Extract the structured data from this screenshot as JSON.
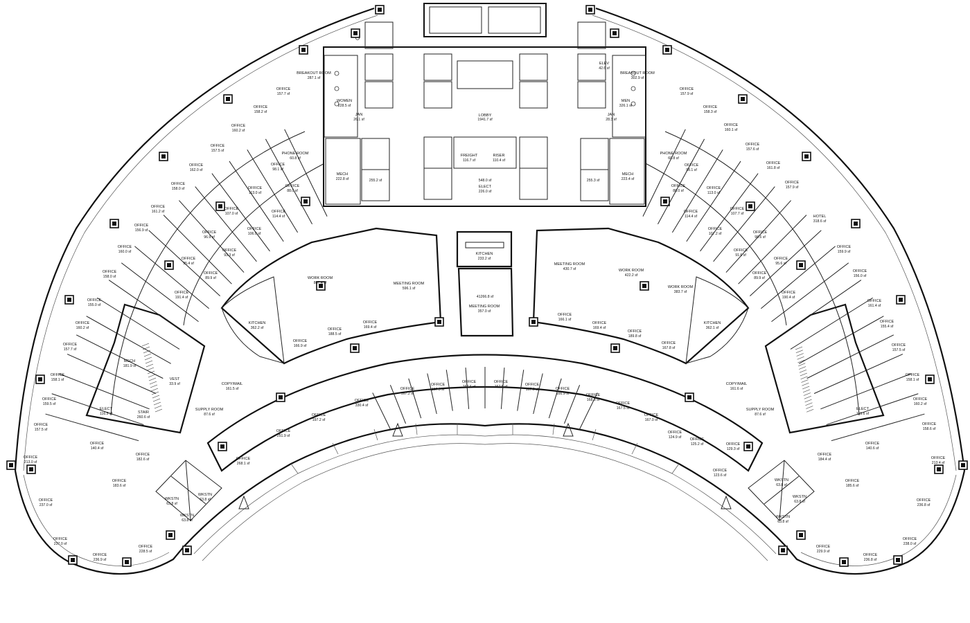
{
  "plan": {
    "lobby_label": "LOBBY",
    "lobby_area": "1941.7 sf",
    "center_area": "41266.8 sf",
    "rooms": [
      {
        "label": "BREAKOUT ROOM",
        "area": "287.1 sf"
      },
      {
        "label": "BREAKOUT ROOM",
        "area": "302.9 sf"
      },
      {
        "label": "WOMEN",
        "area": "228.5 sf"
      },
      {
        "label": "MEN",
        "area": "326.1 sf"
      },
      {
        "label": "JAN",
        "area": "26.1 sf"
      },
      {
        "label": "JAN",
        "area": "28.3 sf"
      },
      {
        "label": "ELEV",
        "area": "42.6 sf"
      },
      {
        "label": "MECH",
        "area": "222.8 sf"
      },
      {
        "label": "MECH",
        "area": "223.4 sf"
      },
      {
        "label": "",
        "area": "255.2 sf"
      },
      {
        "label": "",
        "area": "255.3 sf"
      },
      {
        "label": "FREIGHT",
        "area": "116.7 sf"
      },
      {
        "label": "RISER",
        "area": "110.4 sf"
      },
      {
        "label": "",
        "area": "548.0 sf"
      },
      {
        "label": "ELECT",
        "area": "226.0 sf"
      },
      {
        "label": "KITCHEN",
        "area": "233.2 sf"
      },
      {
        "label": "MEETING ROOM",
        "area": "357.0 sf"
      },
      {
        "label": "WORK ROOM",
        "area": "807.4 sf"
      },
      {
        "label": "MEETING ROOM",
        "area": "596.1 sf"
      },
      {
        "label": "MEETING ROOM",
        "area": "430.7 sf"
      },
      {
        "label": "WORK ROOM",
        "area": "422.2 sf"
      },
      {
        "label": "WORK ROOM",
        "area": "383.7 sf"
      },
      {
        "label": "KITCHEN",
        "area": "362.2 sf"
      },
      {
        "label": "KITCHEN",
        "area": "362.1 sf"
      },
      {
        "label": "COPY/MAIL",
        "area": "161.5 sf"
      },
      {
        "label": "COPY/MAIL",
        "area": "161.6 sf"
      },
      {
        "label": "SUPPLY ROOM",
        "area": "87.6 sf"
      },
      {
        "label": "SUPPLY ROOM",
        "area": "87.6 sf"
      },
      {
        "label": "PHONE ROOM",
        "area": "60.8 sf"
      },
      {
        "label": "PHONE ROOM",
        "area": "60.8 sf"
      },
      {
        "label": "HOTEL",
        "area": "318.6 sf"
      },
      {
        "label": "MECH",
        "area": "181.9 sf"
      },
      {
        "label": "ELECT",
        "area": "116.5 sf"
      },
      {
        "label": "ELECT",
        "area": "115.6 sf"
      },
      {
        "label": "STAIR",
        "area": "260.6 sf"
      },
      {
        "label": "VEST",
        "area": "33.9 sf"
      },
      {
        "label": "WKSTN",
        "area": "63.8 sf"
      },
      {
        "label": "WKSTN",
        "area": "63.8 sf"
      },
      {
        "label": "WKSTN",
        "area": "63.8 sf"
      },
      {
        "label": "WKSTN",
        "area": "63.8 sf"
      },
      {
        "label": "WKSTN",
        "area": "63.8 sf"
      },
      {
        "label": "WKSTN",
        "area": "63.8 sf"
      },
      {
        "label": "OFFICE",
        "area": "157.7 sf"
      },
      {
        "label": "OFFICE",
        "area": "158.2 sf"
      },
      {
        "label": "OFFICE",
        "area": "160.2 sf"
      },
      {
        "label": "OFFICE",
        "area": "157.5 sf"
      },
      {
        "label": "OFFICE",
        "area": "162.0 sf"
      },
      {
        "label": "OFFICE",
        "area": "158.0 sf"
      },
      {
        "label": "OFFICE",
        "area": "161.2 sf"
      },
      {
        "label": "OFFICE",
        "area": "156.9 sf"
      },
      {
        "label": "OFFICE",
        "area": "160.0 sf"
      },
      {
        "label": "OFFICE",
        "area": "158.0 sf"
      },
      {
        "label": "OFFICE",
        "area": "155.0 sf"
      },
      {
        "label": "OFFICE",
        "area": "160.2 sf"
      },
      {
        "label": "OFFICE",
        "area": "157.7 sf"
      },
      {
        "label": "OFFICE",
        "area": "158.1 sf"
      },
      {
        "label": "OFFICE",
        "area": "159.5 sf"
      },
      {
        "label": "OFFICE",
        "area": "157.5 sf"
      },
      {
        "label": "OFFICE",
        "area": "213.0 sf"
      },
      {
        "label": "OFFICE",
        "area": "237.0 sf"
      },
      {
        "label": "OFFICE",
        "area": "237.0 sf"
      },
      {
        "label": "OFFICE",
        "area": "236.9 sf"
      },
      {
        "label": "OFFICE",
        "area": "228.5 sf"
      },
      {
        "label": "OFFICE",
        "area": "140.4 sf"
      },
      {
        "label": "OFFICE",
        "area": "182.6 sf"
      },
      {
        "label": "OFFICE",
        "area": "183.6 sf"
      },
      {
        "label": "OFFICE",
        "area": "98.1 sf"
      },
      {
        "label": "OFFICE",
        "area": "113.0 sf"
      },
      {
        "label": "OFFICE",
        "area": "88.0 sf"
      },
      {
        "label": "OFFICE",
        "area": "114.4 sf"
      },
      {
        "label": "OFFICE",
        "area": "107.0 sf"
      },
      {
        "label": "OFFICE",
        "area": "106.0 sf"
      },
      {
        "label": "OFFICE",
        "area": "96.9 sf"
      },
      {
        "label": "OFFICE",
        "area": "93.3 sf"
      },
      {
        "label": "OFFICE",
        "area": "95.4 sf"
      },
      {
        "label": "OFFICE",
        "area": "89.9 sf"
      },
      {
        "label": "OFFICE",
        "area": "191.4 sf"
      },
      {
        "label": "OFFICE",
        "area": "166.9 sf"
      },
      {
        "label": "OFFICE",
        "area": "188.5 sf"
      },
      {
        "label": "OFFICE",
        "area": "169.4 sf"
      },
      {
        "label": "OFFICE",
        "area": "166.1 sf"
      },
      {
        "label": "OFFICE",
        "area": "169.4 sf"
      },
      {
        "label": "OFFICE",
        "area": "189.8 sf"
      },
      {
        "label": "OFFICE",
        "area": "167.8 sf"
      },
      {
        "label": "OFFICE",
        "area": "251.9 sf"
      },
      {
        "label": "OFFICE",
        "area": "268.1 sf"
      },
      {
        "label": "OFFICE",
        "area": "197.2 sf"
      },
      {
        "label": "OFFICE",
        "area": "330.4 sf"
      },
      {
        "label": "OFFICE",
        "area": "167.2 sf"
      },
      {
        "label": "OFFICE",
        "area": "167.9 sf"
      },
      {
        "label": "OFFICE",
        "area": "167.6 sf"
      },
      {
        "label": "OFFICE",
        "area": "167.5 sf"
      },
      {
        "label": "OFFICE",
        "area": "167.9 sf"
      },
      {
        "label": "OFFICE",
        "area": "166.9 sf"
      },
      {
        "label": "OFFICE",
        "area": "168.3 sf"
      },
      {
        "label": "OFFICE",
        "area": "167.5 sf"
      },
      {
        "label": "OFFICE",
        "area": "167.0 sf"
      },
      {
        "label": "OFFICE",
        "area": "124.9 sf"
      },
      {
        "label": "OFFICE",
        "area": "125.2 sf"
      },
      {
        "label": "OFFICE",
        "area": "129.3 sf"
      },
      {
        "label": "OFFICE",
        "area": "123.6 sf"
      },
      {
        "label": "OFFICE",
        "area": "157.9 sf"
      },
      {
        "label": "OFFICE",
        "area": "158.3 sf"
      },
      {
        "label": "OFFICE",
        "area": "160.1 sf"
      },
      {
        "label": "OFFICE",
        "area": "157.6 sf"
      },
      {
        "label": "OFFICE",
        "area": "161.8 sf"
      },
      {
        "label": "OFFICE",
        "area": "157.9 sf"
      },
      {
        "label": "OFFICE",
        "area": "159.9 sf"
      },
      {
        "label": "OFFICE",
        "area": "156.0 sf"
      },
      {
        "label": "OFFICE",
        "area": "161.4 sf"
      },
      {
        "label": "OFFICE",
        "area": "155.4 sf"
      },
      {
        "label": "OFFICE",
        "area": "157.5 sf"
      },
      {
        "label": "OFFICE",
        "area": "158.1 sf"
      },
      {
        "label": "OFFICE",
        "area": "160.2 sf"
      },
      {
        "label": "OFFICE",
        "area": "158.6 sf"
      },
      {
        "label": "OFFICE",
        "area": "213.4 sf"
      },
      {
        "label": "OFFICE",
        "area": "236.8 sf"
      },
      {
        "label": "OFFICE",
        "area": "238.0 sf"
      },
      {
        "label": "OFFICE",
        "area": "236.8 sf"
      },
      {
        "label": "OFFICE",
        "area": "229.9 sf"
      },
      {
        "label": "OFFICE",
        "area": "140.6 sf"
      },
      {
        "label": "OFFICE",
        "area": "184.4 sf"
      },
      {
        "label": "OFFICE",
        "area": "185.6 sf"
      },
      {
        "label": "OFFICE",
        "area": "98.1 sf"
      },
      {
        "label": "OFFICE",
        "area": "113.0 sf"
      },
      {
        "label": "OFFICE",
        "area": "88.0 sf"
      },
      {
        "label": "OFFICE",
        "area": "114.4 sf"
      },
      {
        "label": "OFFICE",
        "area": "107.7 sf"
      },
      {
        "label": "OFFICE",
        "area": "107.2 sf"
      },
      {
        "label": "OFFICE",
        "area": "98.6 sf"
      },
      {
        "label": "OFFICE",
        "area": "91.6 sf"
      },
      {
        "label": "OFFICE",
        "area": "95.6 sf"
      },
      {
        "label": "OFFICE",
        "area": "89.9 sf"
      },
      {
        "label": "OFFICE",
        "area": "190.4 sf"
      }
    ]
  }
}
